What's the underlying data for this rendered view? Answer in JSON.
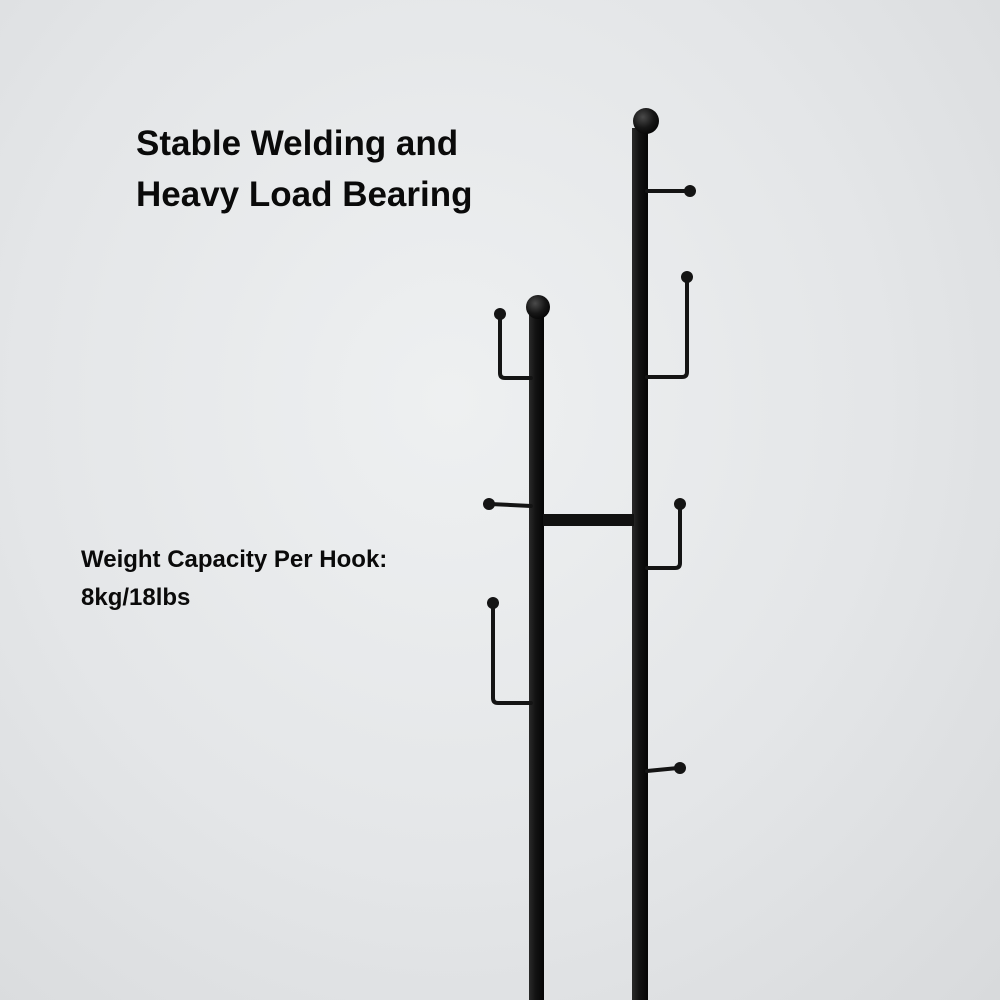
{
  "headline": {
    "line1": "Stable Welding and",
    "line2": "Heavy Load Bearing"
  },
  "capacity": {
    "label": "Weight Capacity Per Hook:",
    "value": "8kg/18lbs"
  },
  "product": {
    "color": "#141414",
    "background": "#e6e8ea"
  }
}
